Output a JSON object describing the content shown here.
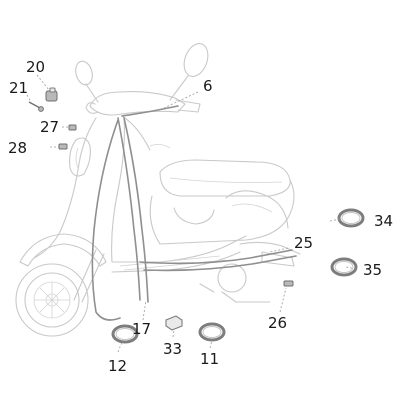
{
  "callouts": [
    {
      "id": "20",
      "text": "20"
    },
    {
      "id": "21",
      "text": "21"
    },
    {
      "id": "6",
      "text": "6"
    },
    {
      "id": "27",
      "text": "27"
    },
    {
      "id": "28",
      "text": "28"
    },
    {
      "id": "34",
      "text": "34"
    },
    {
      "id": "25",
      "text": "25"
    },
    {
      "id": "35",
      "text": "35"
    },
    {
      "id": "26",
      "text": "26"
    },
    {
      "id": "17",
      "text": "17"
    },
    {
      "id": "12",
      "text": "12"
    },
    {
      "id": "33",
      "text": "33"
    },
    {
      "id": "11",
      "text": "11"
    }
  ],
  "colors": {
    "ghost_outline": "#c9c9c9",
    "part_stroke": "#7d7d7d",
    "label": "#1a1a1a"
  }
}
